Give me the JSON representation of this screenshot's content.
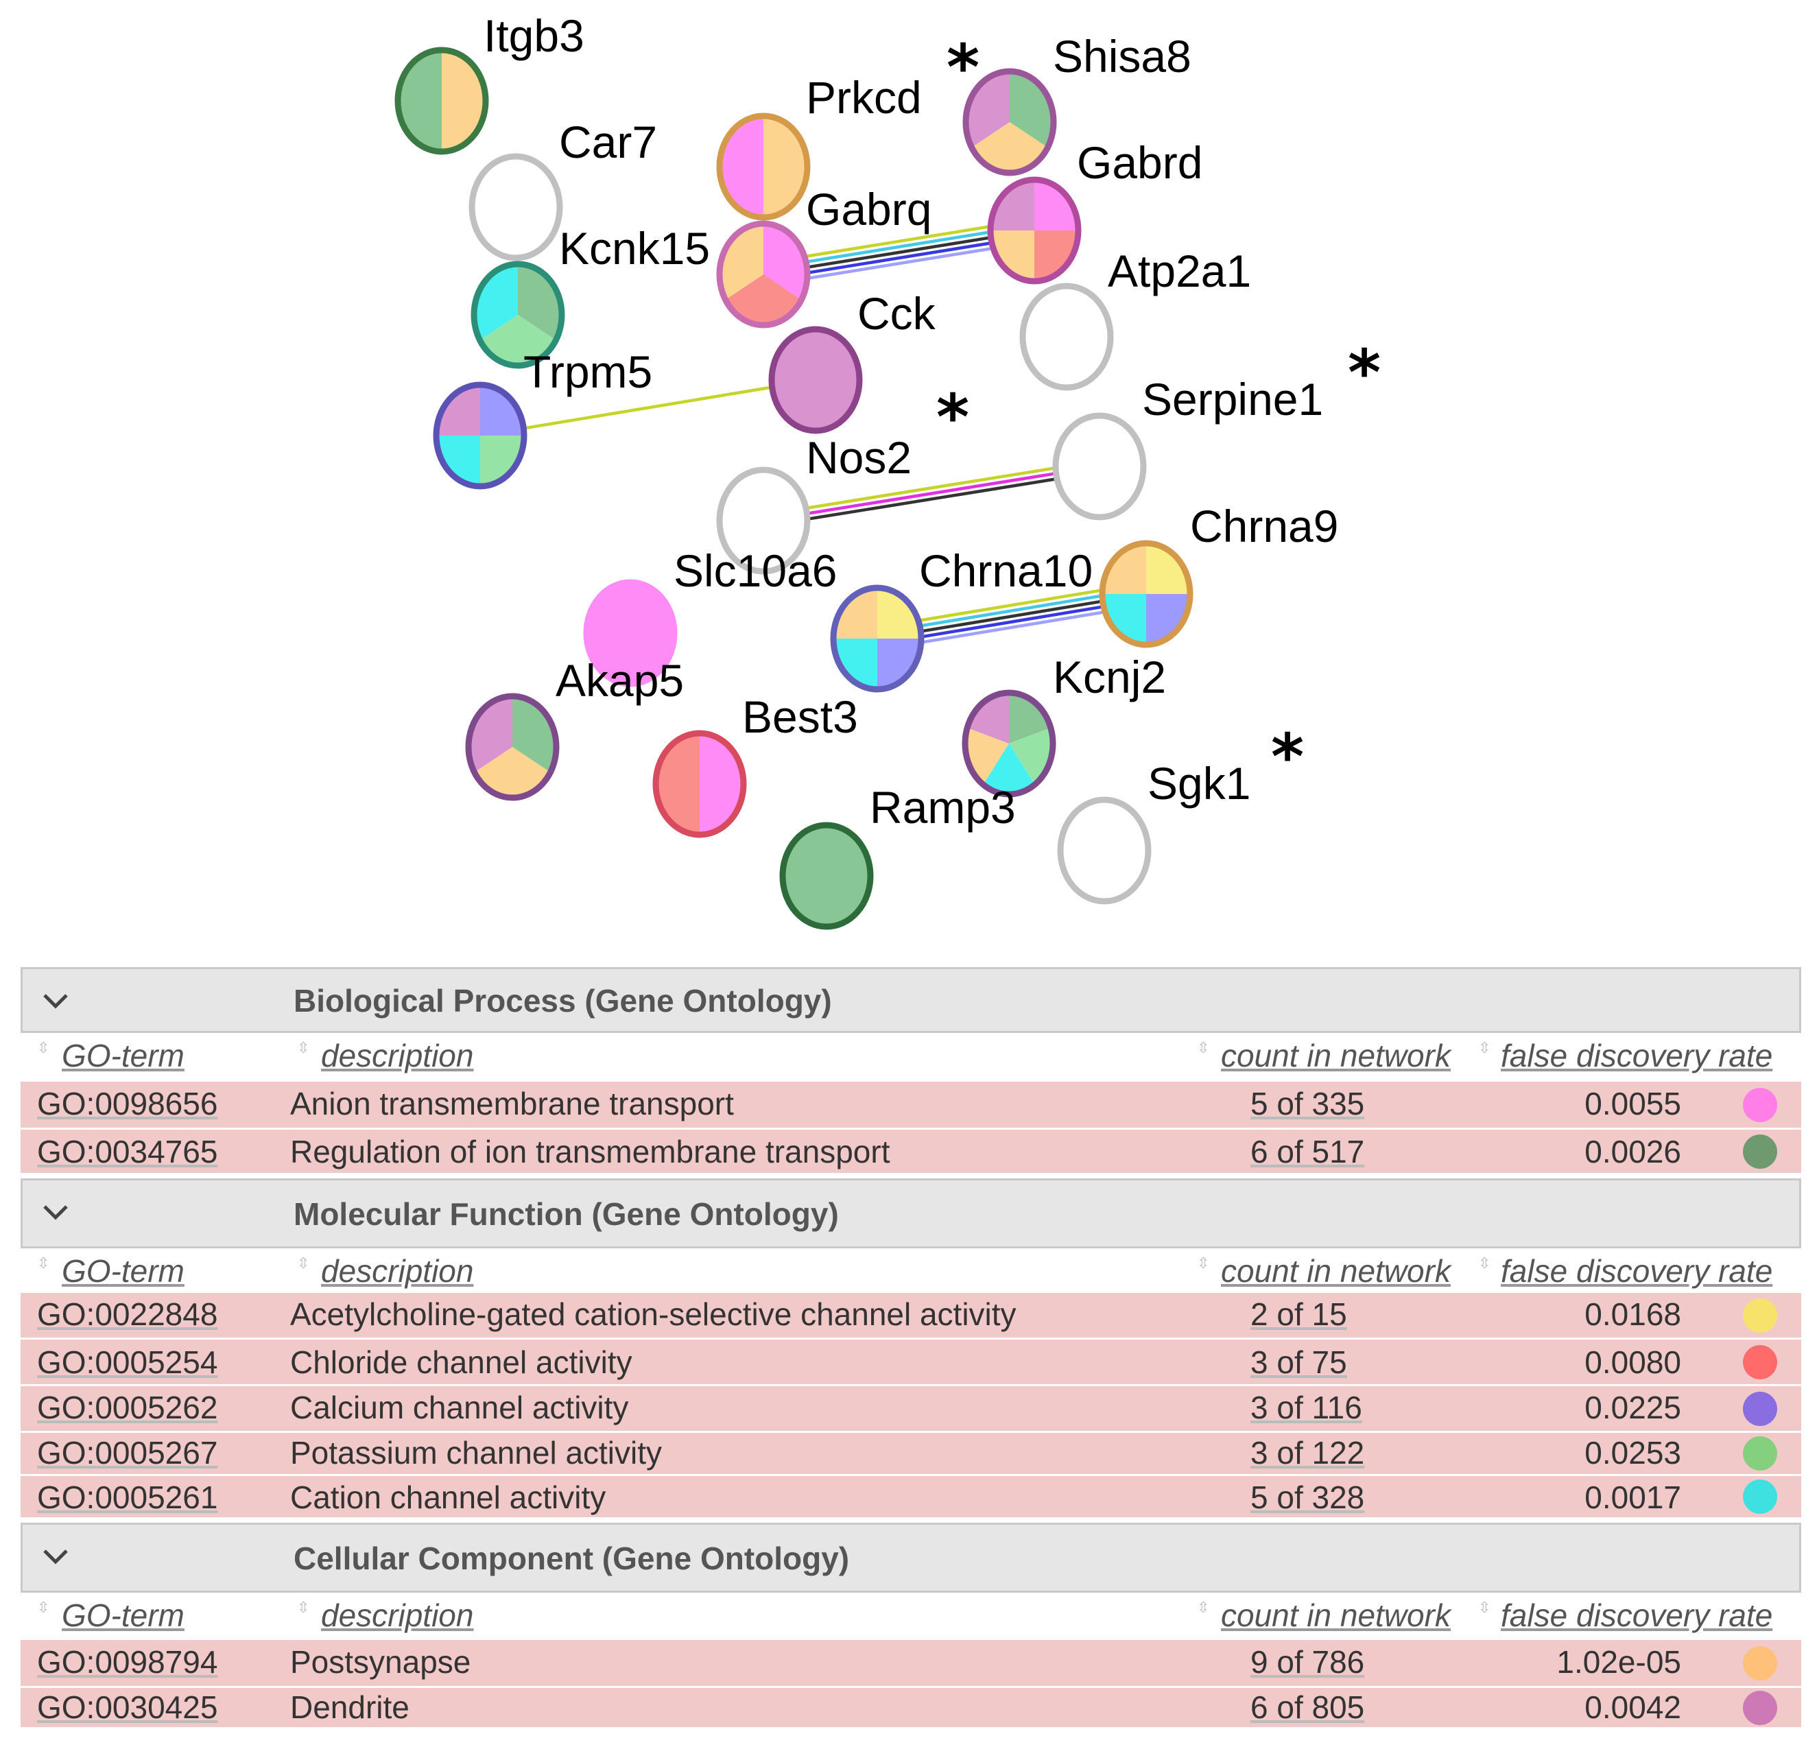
{
  "network": {
    "nodes": [
      {
        "id": "itgb3",
        "label": "Itgb3",
        "colors": [
          "#fdd390",
          "#88c795"
        ],
        "border": "#3c7a45",
        "star": false
      },
      {
        "id": "car7",
        "label": "Car7",
        "colors": [],
        "border": "#c0c0c0",
        "star": false
      },
      {
        "id": "prkcd",
        "label": "Prkcd",
        "colors": [
          "#fdd390",
          "#ff8cf6"
        ],
        "border": "#d59a49",
        "star": true
      },
      {
        "id": "shisa8",
        "label": "Shisa8",
        "colors": [
          "#88c795",
          "#fdd390",
          "#d993cf"
        ],
        "border": "#9a5699",
        "star": false
      },
      {
        "id": "gabrd",
        "label": "Gabrd",
        "colors": [
          "#ff8cf6",
          "#fa8e8b",
          "#fdd390",
          "#d993cf"
        ],
        "border": "#b04b9e",
        "star": false
      },
      {
        "id": "gabrq",
        "label": "Gabrq",
        "colors": [
          "#ff8cf6",
          "#fa8e8b",
          "#fdd390"
        ],
        "border": "#c96bb0",
        "star": false
      },
      {
        "id": "kcnk15",
        "label": "Kcnk15",
        "colors": [
          "#88c795",
          "#96e4a5",
          "#44f0f0"
        ],
        "border": "#2b8f78",
        "star": false
      },
      {
        "id": "atp2a1",
        "label": "Atp2a1",
        "colors": [],
        "border": "#c0c0c0",
        "star": false
      },
      {
        "id": "cck",
        "label": "Cck",
        "colors": [
          "#d993cf"
        ],
        "border": "#8c4389",
        "star": false
      },
      {
        "id": "trpm5",
        "label": "Trpm5",
        "colors": [
          "#9c9aff",
          "#96e4a5",
          "#44f0f0",
          "#d993cf"
        ],
        "border": "#5b52b6",
        "star": false
      },
      {
        "id": "serpine1",
        "label": "Serpine1",
        "colors": [],
        "border": "#c0c0c0",
        "star": true
      },
      {
        "id": "nos2",
        "label": "Nos2",
        "colors": [],
        "border": "#c0c0c0",
        "star": true
      },
      {
        "id": "slc10a6",
        "label": "Slc10a6",
        "colors": [
          "#ff8cf6"
        ],
        "border": "#ff8cf6",
        "star": false
      },
      {
        "id": "chrna10",
        "label": "Chrna10",
        "colors": [
          "#f9ee86",
          "#9c9aff",
          "#44f0f0",
          "#fdd390"
        ],
        "border": "#6260b8",
        "star": false
      },
      {
        "id": "chrna9",
        "label": "Chrna9",
        "colors": [
          "#f9ee86",
          "#9c9aff",
          "#44f0f0",
          "#fdd390"
        ],
        "border": "#d59a49",
        "star": false
      },
      {
        "id": "akap5",
        "label": "Akap5",
        "colors": [
          "#88c795",
          "#fdd390",
          "#d993cf"
        ],
        "border": "#7e4a8b",
        "star": false
      },
      {
        "id": "best3",
        "label": "Best3",
        "colors": [
          "#ff8cf6",
          "#fa8e8b"
        ],
        "border": "#d84a5d",
        "star": false
      },
      {
        "id": "kcnj2",
        "label": "Kcnj2",
        "colors": [
          "#88c795",
          "#96e4a5",
          "#44f0f0",
          "#fdd390",
          "#d993cf"
        ],
        "border": "#7e4a8b",
        "star": false
      },
      {
        "id": "ramp3",
        "label": "Ramp3",
        "colors": [
          "#88c795"
        ],
        "border": "#2e6b3a",
        "star": false
      },
      {
        "id": "sgk1",
        "label": "Sgk1",
        "colors": [],
        "border": "#c0c0c0",
        "star": true
      }
    ],
    "edges": [
      {
        "from": "gabrq",
        "to": "gabrd",
        "colors": [
          "#c6d42a",
          "#44c8e6",
          "#333333",
          "#3838e0",
          "#a0a0ff"
        ]
      },
      {
        "from": "trpm5",
        "to": "cck",
        "colors": [
          "#c6d42a"
        ]
      },
      {
        "from": "nos2",
        "to": "serpine1",
        "colors": [
          "#c6d42a",
          "#e030e0",
          "#333333"
        ]
      },
      {
        "from": "chrna10",
        "to": "chrna9",
        "colors": [
          "#c6d42a",
          "#44c8e6",
          "#333333",
          "#3838e0",
          "#a0a0ff"
        ]
      }
    ]
  },
  "sections": [
    {
      "title": "Biological Process (Gene Ontology)",
      "columns": {
        "go": "GO-term",
        "desc": "description",
        "count": "count in network",
        "fdr": "false discovery rate"
      },
      "rows": [
        {
          "go": "GO:0098656",
          "desc": "Anion transmembrane transport",
          "count": "5 of 335",
          "fdr": "0.0055",
          "color": "#ff7ee8"
        },
        {
          "go": "GO:0034765",
          "desc": "Regulation of ion transmembrane transport",
          "count": "6 of 517",
          "fdr": "0.0026",
          "color": "#6f9a70"
        }
      ]
    },
    {
      "title": "Molecular Function (Gene Ontology)",
      "columns": {
        "go": "GO-term",
        "desc": "description",
        "count": "count in network",
        "fdr": "false discovery rate"
      },
      "rows": [
        {
          "go": "GO:0022848",
          "desc": "Acetylcholine-gated cation-selective channel activity",
          "count": "2 of 15",
          "fdr": "0.0168",
          "color": "#f7e36c"
        },
        {
          "go": "GO:0005254",
          "desc": "Chloride channel activity",
          "count": "3 of 75",
          "fdr": "0.0080",
          "color": "#ff6b6b"
        },
        {
          "go": "GO:0005262",
          "desc": "Calcium channel activity",
          "count": "3 of 116",
          "fdr": "0.0225",
          "color": "#8a6de0"
        },
        {
          "go": "GO:0005267",
          "desc": "Potassium channel activity",
          "count": "3 of 122",
          "fdr": "0.0253",
          "color": "#84d07e"
        },
        {
          "go": "GO:0005261",
          "desc": "Cation channel activity",
          "count": "5 of 328",
          "fdr": "0.0017",
          "color": "#3ee0e0"
        }
      ]
    },
    {
      "title": "Cellular Component (Gene Ontology)",
      "columns": {
        "go": "GO-term",
        "desc": "description",
        "count": "count in network",
        "fdr": "false discovery rate"
      },
      "rows": [
        {
          "go": "GO:0098794",
          "desc": "Postsynapse",
          "count": "9 of 786",
          "fdr": "1.02e-05",
          "color": "#ffc07a"
        },
        {
          "go": "GO:0030425",
          "desc": "Dendrite",
          "count": "6 of 805",
          "fdr": "0.0042",
          "color": "#cc79b6"
        }
      ]
    }
  ]
}
